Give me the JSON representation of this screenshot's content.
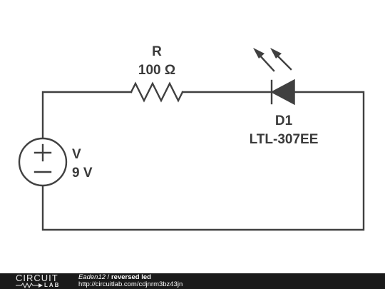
{
  "components": {
    "resistor": {
      "name": "R",
      "value": "100 Ω"
    },
    "led": {
      "name": "D1",
      "part": "LTL-307EE"
    },
    "source": {
      "name": "V",
      "value": "9 V"
    }
  },
  "footer": {
    "logo_top": "CIRCUIT",
    "logo_bottom": "LAB",
    "author": "Eaden12",
    "separator": " / ",
    "title": "reversed led",
    "url": "http://circuitlab.com/cdjnrm3bz43jn"
  },
  "colors": {
    "wire": "#404040",
    "text": "#3a3a3a",
    "footer_bg": "#1a1a1a"
  }
}
